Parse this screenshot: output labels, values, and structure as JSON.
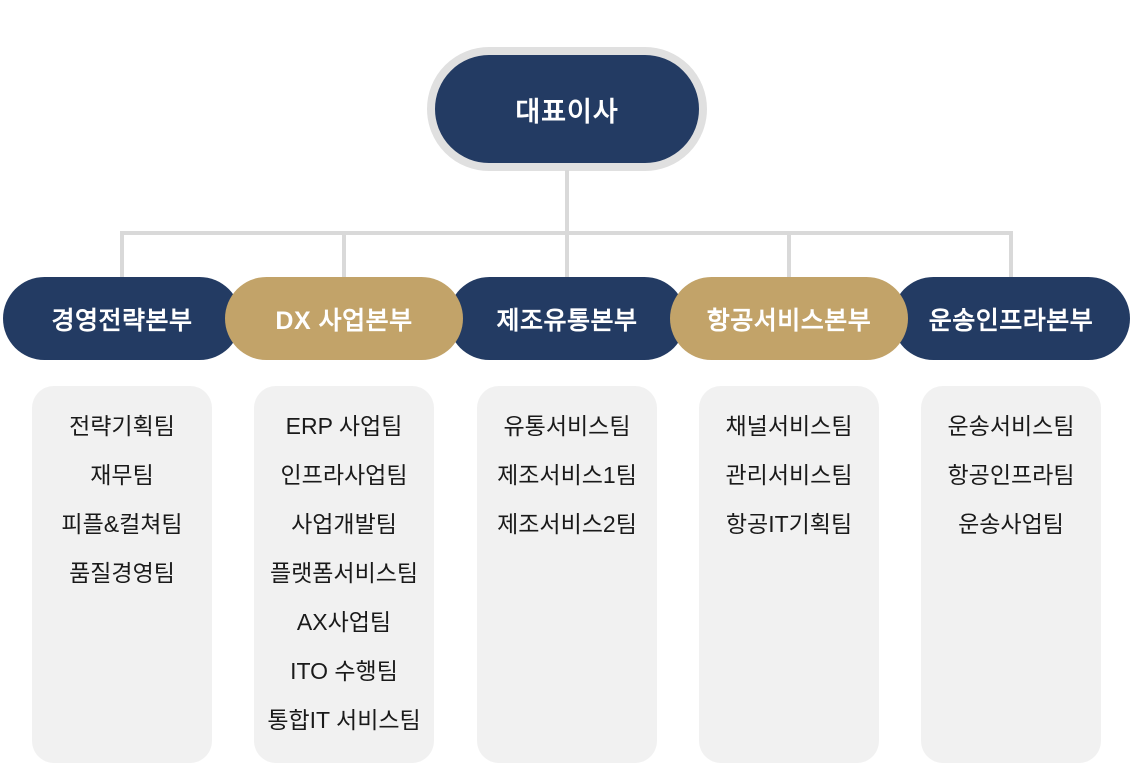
{
  "title": "organization-chart",
  "root": {
    "label": "대표이사"
  },
  "divisions": [
    {
      "label": "경영전략본부",
      "style": "navy",
      "teams": [
        "전략기획팀",
        "재무팀",
        "피플&컬쳐팀",
        "품질경영팀"
      ]
    },
    {
      "label": "DX 사업본부",
      "style": "gold",
      "teams": [
        "ERP 사업팀",
        "인프라사업팀",
        "사업개발팀",
        "플랫폼서비스팀",
        "AX사업팀",
        "ITO 수행팀",
        "통합IT 서비스팀"
      ]
    },
    {
      "label": "제조유통본부",
      "style": "navy",
      "teams": [
        "유통서비스팀",
        "제조서비스1팀",
        "제조서비스2팀"
      ]
    },
    {
      "label": "항공서비스본부",
      "style": "gold",
      "teams": [
        "채널서비스팀",
        "관리서비스팀",
        "항공IT기획팀"
      ]
    },
    {
      "label": "운송인프라본부",
      "style": "navy",
      "teams": [
        "운송서비스팀",
        "항공인프라팀",
        "운송사업팀"
      ]
    }
  ],
  "colors": {
    "navy": "#233b63",
    "gold": "#c2a369",
    "card_bg": "#f1f1f1",
    "line": "#d9d9d9",
    "ring": "#e0e0e0",
    "team_text": "#1a1a1a"
  }
}
